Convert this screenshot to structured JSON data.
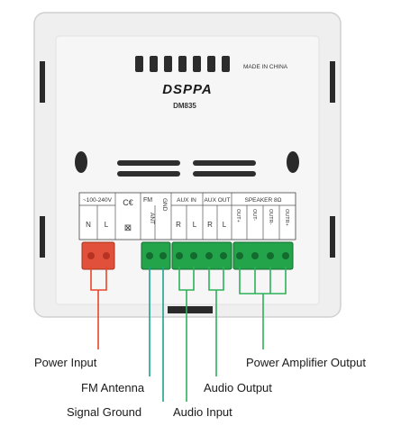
{
  "device": {
    "brand": "DSPPA",
    "model": "DM835",
    "made_in": "MADE IN CHINA"
  },
  "panel": {
    "power": {
      "rating": "~100-240V",
      "n": "N",
      "l": "L"
    },
    "fm": {
      "title": "FM",
      "ant": "ANT",
      "gnd": "GND"
    },
    "aux_in": {
      "title": "AUX IN",
      "r": "R",
      "l": "L"
    },
    "aux_out": {
      "title": "AUX OUT",
      "r": "R",
      "l": "L"
    },
    "speaker": {
      "title": "SPEAKER 8Ω",
      "pins": [
        "OUT+",
        "OUT-",
        "OUTR-",
        "OUTR+"
      ]
    }
  },
  "callouts": {
    "power_input": "Power Input",
    "fm_antenna": "FM Antenna",
    "signal_ground": "Signal Ground",
    "audio_input": "Audio Input",
    "audio_output": "Audio Output",
    "power_amp_output": "Power Amplifier Output"
  },
  "colors": {
    "power_line": "#e8462a",
    "fm_line": "#1aa48a",
    "audio_line": "#2eb05a",
    "terminal_green": "#23a34a",
    "terminal_red": "#e0503a"
  }
}
